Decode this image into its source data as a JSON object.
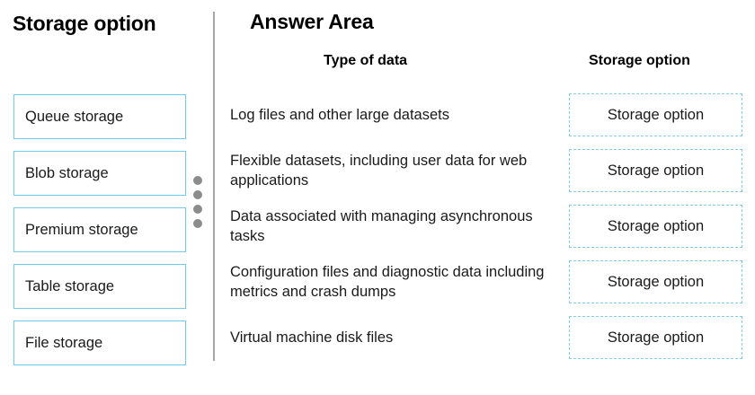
{
  "left_panel": {
    "title": "Storage option",
    "options": [
      {
        "label": "Queue storage"
      },
      {
        "label": "Blob storage"
      },
      {
        "label": "Premium storage"
      },
      {
        "label": "Table storage"
      },
      {
        "label": "File storage"
      }
    ]
  },
  "drag_handle": {
    "dots": [
      "dot",
      "dot",
      "dot",
      "dot"
    ]
  },
  "answer_area": {
    "title": "Answer Area",
    "columns": {
      "type_of_data": "Type of data",
      "storage_option": "Storage option"
    },
    "rows": [
      {
        "type_of_data": "Log files and other large datasets",
        "drop_placeholder": "Storage option"
      },
      {
        "type_of_data": "Flexible datasets, including user data for web applications",
        "drop_placeholder": "Storage option"
      },
      {
        "type_of_data": "Data associated with managing asynchronous tasks",
        "drop_placeholder": "Storage option"
      },
      {
        "type_of_data": "Configuration files and diagnostic data including metrics and crash dumps",
        "drop_placeholder": "Storage option"
      },
      {
        "type_of_data": "Virtual machine disk files",
        "drop_placeholder": "Storage option"
      }
    ]
  },
  "colors": {
    "source_border": "#6fcbe8",
    "drop_border": "#7fd1ea",
    "divider": "#a6a6a6",
    "dot": "#8c8c8c",
    "text": "#1a1a1a",
    "background": "#ffffff"
  }
}
